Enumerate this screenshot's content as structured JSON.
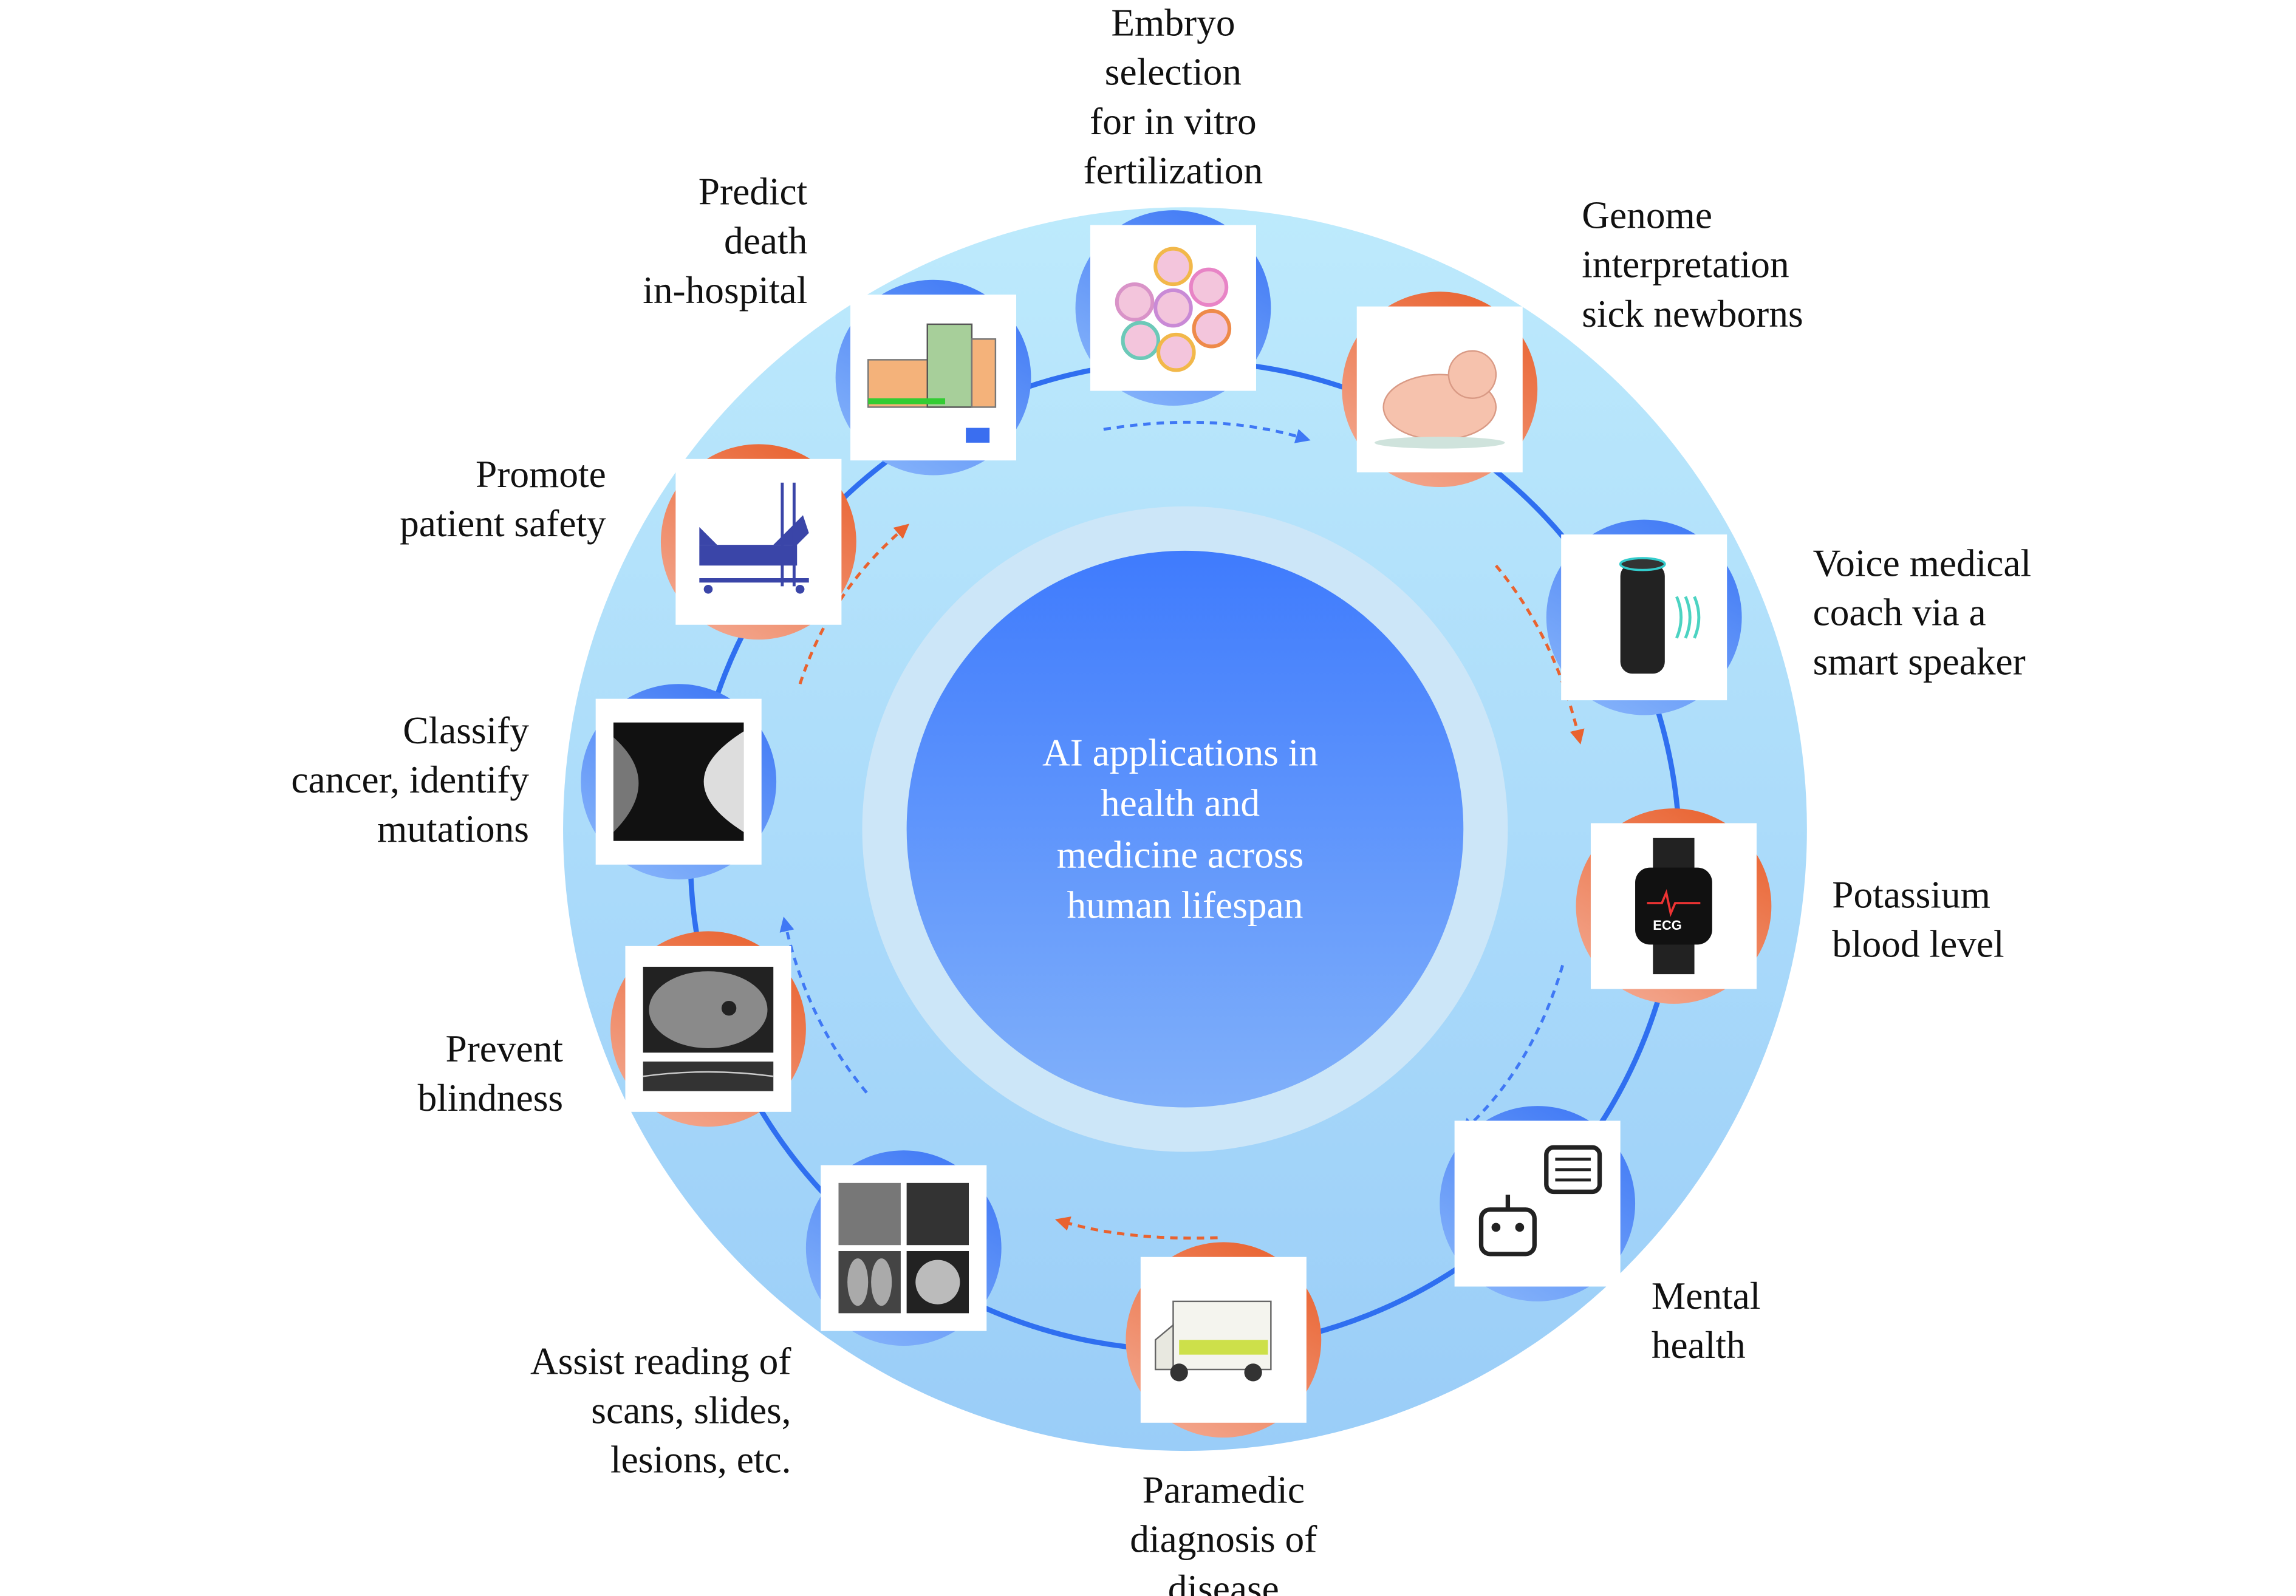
{
  "center": {
    "lines": [
      "AI applications in",
      "health and",
      "medicine across",
      "human lifespan"
    ]
  },
  "colors": {
    "blue_node_top": "#4a7ff5",
    "blue_node_bottom": "#80b0fa",
    "orange_node_top": "#ea6a3c",
    "orange_node_bottom": "#f3a58c",
    "ring_outer": "#aee3fb",
    "ring_pale": "#cce6f8",
    "core_top": "#3f7bfd",
    "core_bottom": "#7eaefa",
    "connector": "#2f6ff0"
  },
  "nodes": [
    {
      "id": "embryo",
      "kind": "blue",
      "icon": "embryo-cells-icon",
      "label": [
        "Embryo",
        "selection",
        "for in vitro",
        "fertilization"
      ]
    },
    {
      "id": "genome",
      "kind": "orange",
      "icon": "newborn-icon",
      "label": [
        "Genome",
        "interpretation",
        "sick newborns"
      ]
    },
    {
      "id": "voice",
      "kind": "blue",
      "icon": "smart-speaker-icon",
      "label": [
        "Voice medical",
        "coach via a",
        "smart speaker"
      ]
    },
    {
      "id": "potassium",
      "kind": "orange",
      "icon": "smartwatch-ecg-icon",
      "label": [
        "Potassium",
        "blood level"
      ],
      "icon_text": "ECG"
    },
    {
      "id": "mental",
      "kind": "blue",
      "icon": "chatbot-icon",
      "label": [
        "Mental",
        "health"
      ]
    },
    {
      "id": "paramedic",
      "kind": "orange",
      "icon": "ambulance-icon",
      "label": [
        "Paramedic",
        "diagnosis of",
        "disease"
      ]
    },
    {
      "id": "assist",
      "kind": "blue",
      "icon": "medical-scans-icon",
      "label": [
        "Assist reading of",
        "scans, slides,",
        "lesions, etc."
      ]
    },
    {
      "id": "blindness",
      "kind": "orange",
      "icon": "retina-scan-icon",
      "label": [
        "Prevent",
        "blindness"
      ]
    },
    {
      "id": "classify",
      "kind": "blue",
      "icon": "mammogram-icon",
      "label": [
        "Classify",
        "cancer, identify",
        "mutations"
      ]
    },
    {
      "id": "safety",
      "kind": "orange",
      "icon": "hospital-bed-icon",
      "label": [
        "Promote",
        "patient safety"
      ]
    },
    {
      "id": "hospital",
      "kind": "blue",
      "icon": "hospital-building-icon",
      "label": [
        "Predict",
        "death",
        "in-hospital"
      ]
    }
  ]
}
